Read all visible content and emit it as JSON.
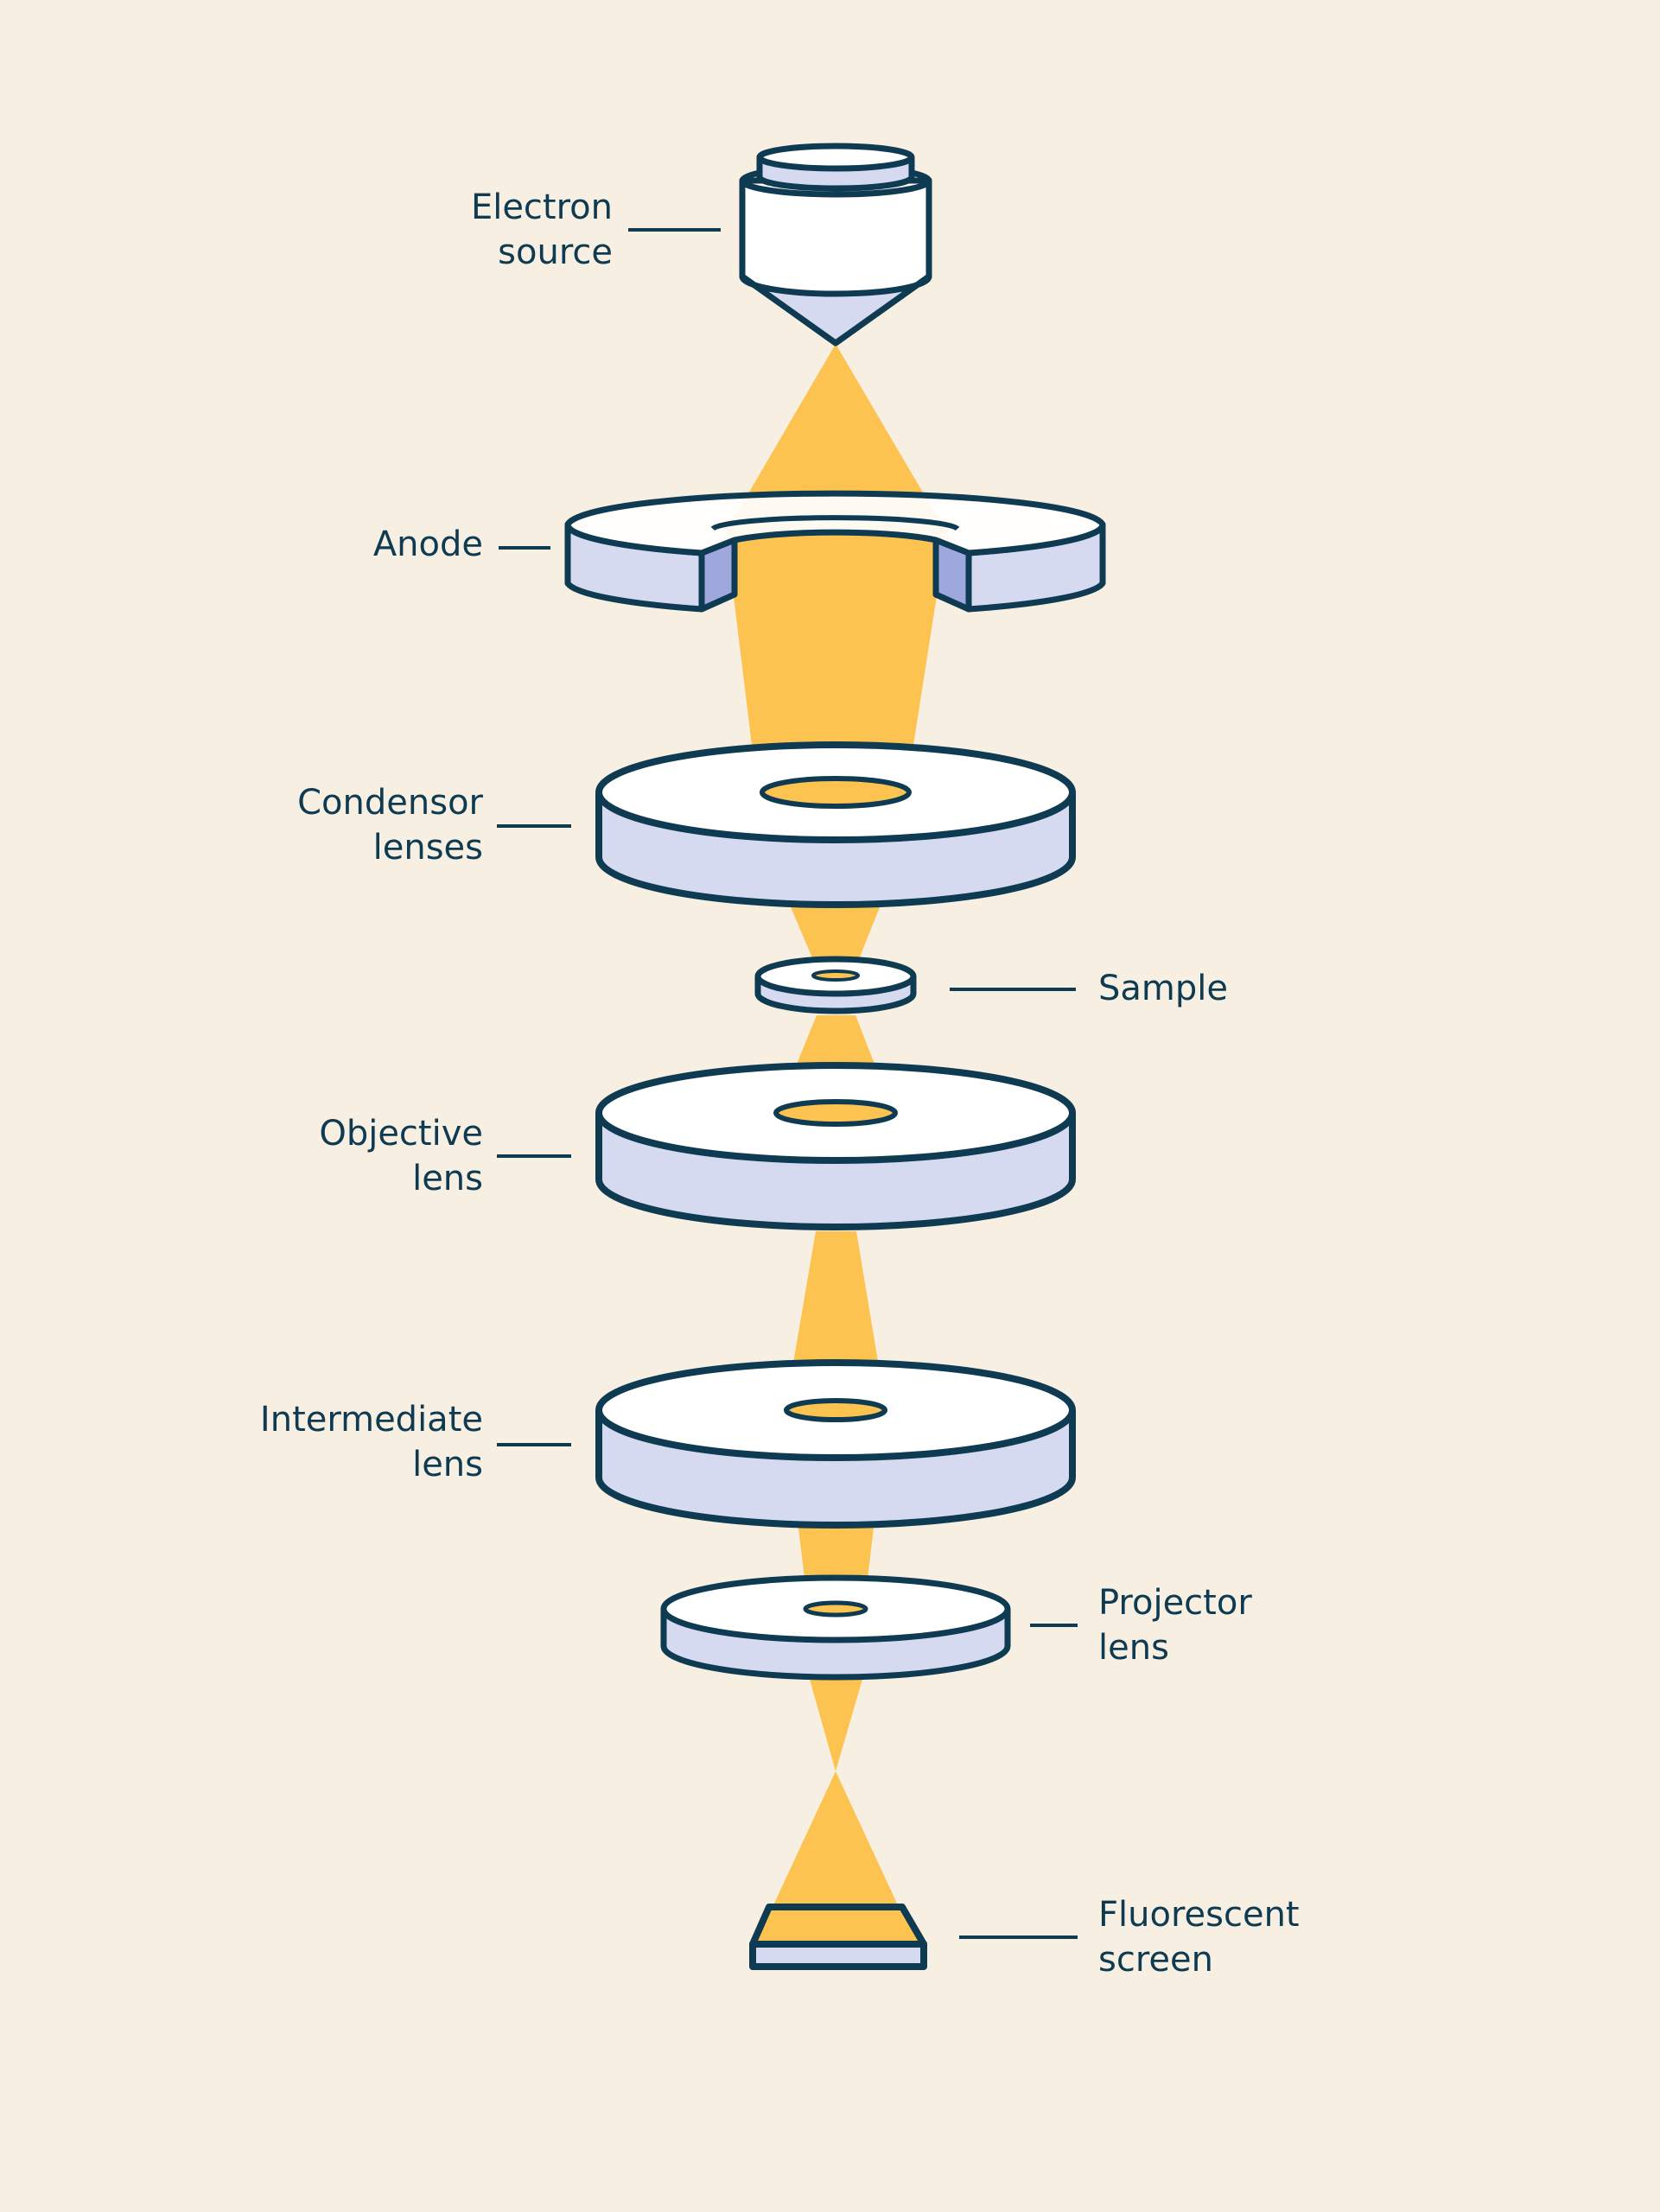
{
  "colors": {
    "background": "#f7efe1",
    "outline": "#0e3a52",
    "lens_side": "#d5daf0",
    "lens_top": "#ffffff",
    "anode_cut": "#9ea8dc",
    "beam": "#fdc351"
  },
  "labels": {
    "electron_source": [
      "Electron",
      "source"
    ],
    "anode": [
      "Anode"
    ],
    "condensor": [
      "Condensor",
      "lenses"
    ],
    "sample": [
      "Sample"
    ],
    "objective": [
      "Objective",
      "lens"
    ],
    "intermediate": [
      "Intermediate",
      "lens"
    ],
    "projector": [
      "Projector",
      "lens"
    ],
    "screen": [
      "Fluorescent",
      "screen"
    ]
  }
}
